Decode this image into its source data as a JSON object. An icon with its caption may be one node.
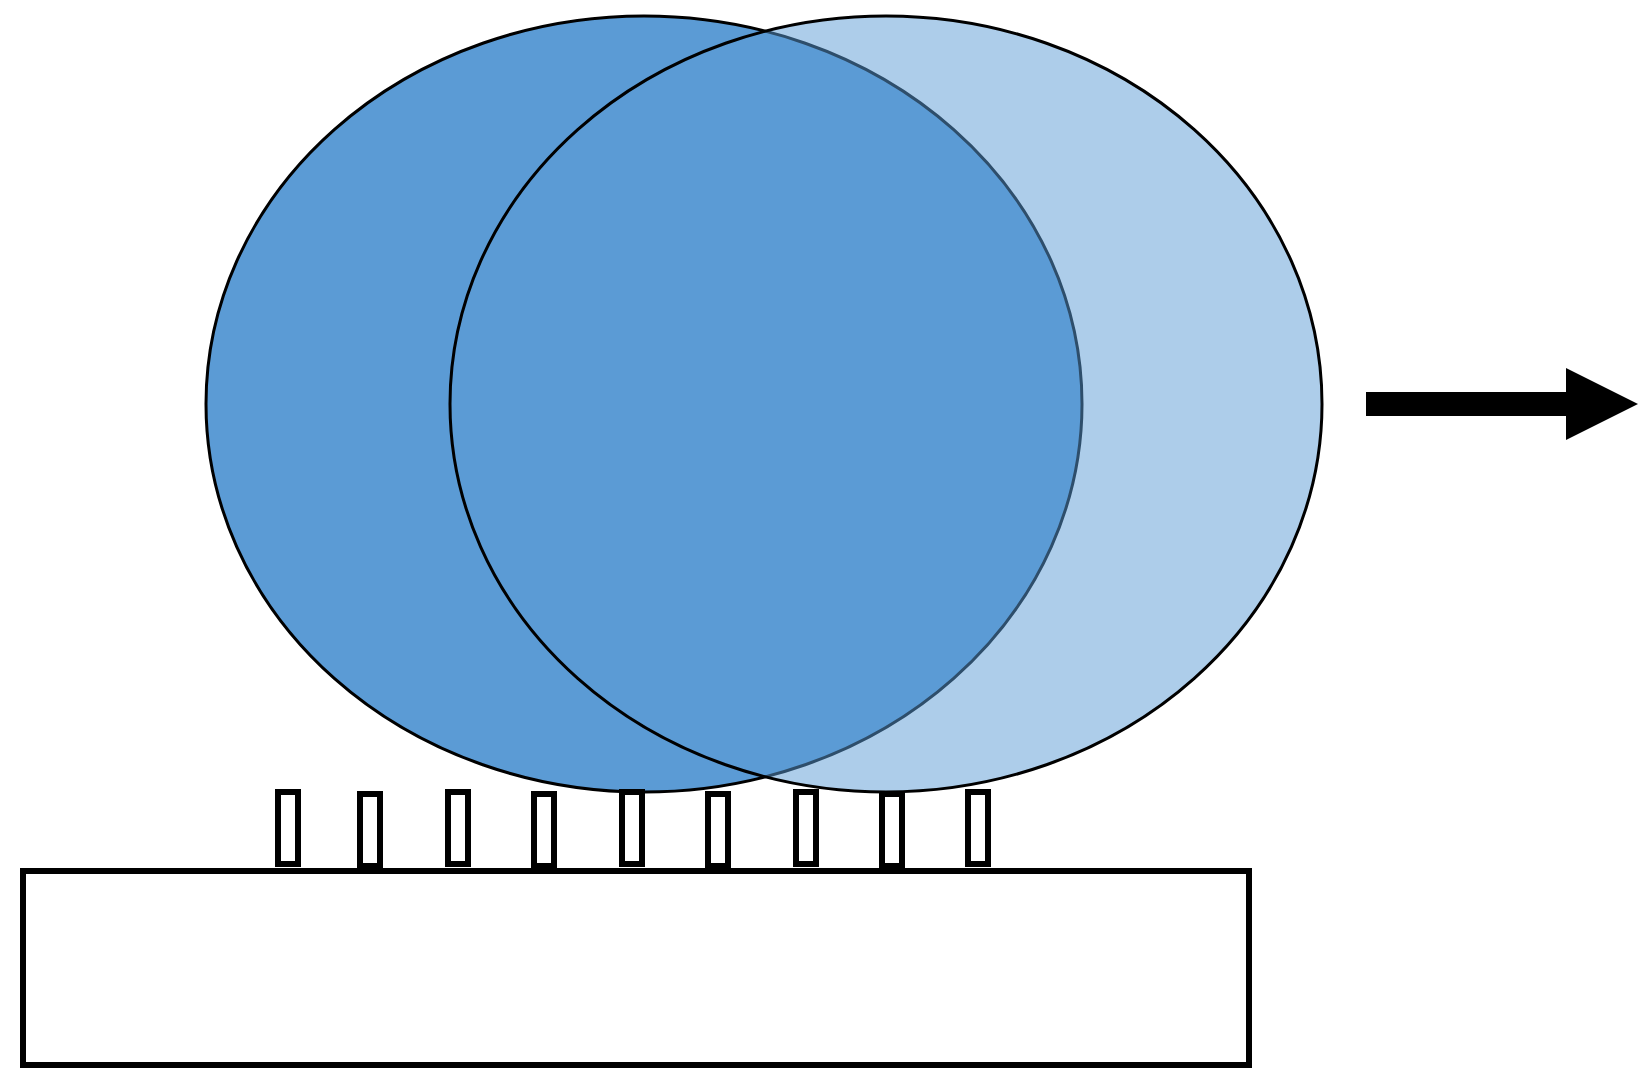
{
  "diagram": {
    "nodes": [
      {
        "text": [],
        "shape": "circle"
      },
      {
        "text": [],
        "shape": "circle"
      },
      {
        "text": [],
        "shape": "box"
      }
    ]
  }
}
